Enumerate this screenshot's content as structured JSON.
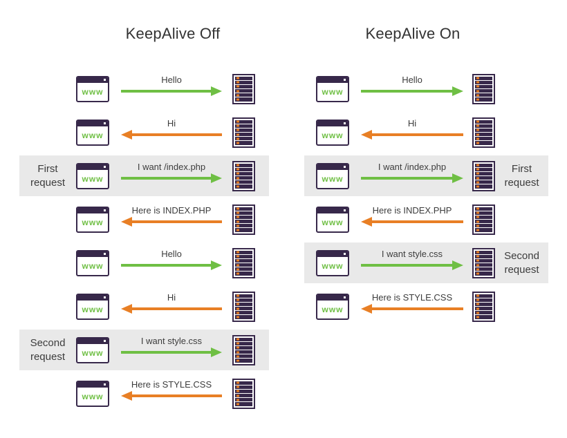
{
  "colors": {
    "green": "#6fbf44",
    "orange": "#e87f25",
    "purple": "#37284a",
    "highlight": "#e9e9e9",
    "text": "#3c3c3c",
    "title": "#333333",
    "background": "#ffffff"
  },
  "browser_label": "www",
  "columns": [
    {
      "id": "keepalive-off",
      "title": "KeepAlive Off",
      "label_side": "left",
      "rows": [
        {
          "message": "Hello",
          "direction": "right",
          "color": "green",
          "highlight": false,
          "side_label": ""
        },
        {
          "message": "Hi",
          "direction": "left",
          "color": "orange",
          "highlight": false,
          "side_label": ""
        },
        {
          "message": "I want /index.php",
          "direction": "right",
          "color": "green",
          "highlight": true,
          "side_label": "First request"
        },
        {
          "message": "Here is INDEX.PHP",
          "direction": "left",
          "color": "orange",
          "highlight": false,
          "side_label": ""
        },
        {
          "message": "Hello",
          "direction": "right",
          "color": "green",
          "highlight": false,
          "side_label": ""
        },
        {
          "message": "Hi",
          "direction": "left",
          "color": "orange",
          "highlight": false,
          "side_label": ""
        },
        {
          "message": "I want style.css",
          "direction": "right",
          "color": "green",
          "highlight": true,
          "side_label": "Second request"
        },
        {
          "message": "Here is STYLE.CSS",
          "direction": "left",
          "color": "orange",
          "highlight": false,
          "side_label": ""
        }
      ]
    },
    {
      "id": "keepalive-on",
      "title": "KeepAlive On",
      "label_side": "right",
      "rows": [
        {
          "message": "Hello",
          "direction": "right",
          "color": "green",
          "highlight": false,
          "side_label": ""
        },
        {
          "message": "Hi",
          "direction": "left",
          "color": "orange",
          "highlight": false,
          "side_label": ""
        },
        {
          "message": "I want /index.php",
          "direction": "right",
          "color": "green",
          "highlight": true,
          "side_label": "First request"
        },
        {
          "message": "Here is INDEX.PHP",
          "direction": "left",
          "color": "orange",
          "highlight": false,
          "side_label": ""
        },
        {
          "message": "I want style.css",
          "direction": "right",
          "color": "green",
          "highlight": true,
          "side_label": "Second request"
        },
        {
          "message": "Here is STYLE.CSS",
          "direction": "left",
          "color": "orange",
          "highlight": false,
          "side_label": ""
        }
      ]
    }
  ]
}
